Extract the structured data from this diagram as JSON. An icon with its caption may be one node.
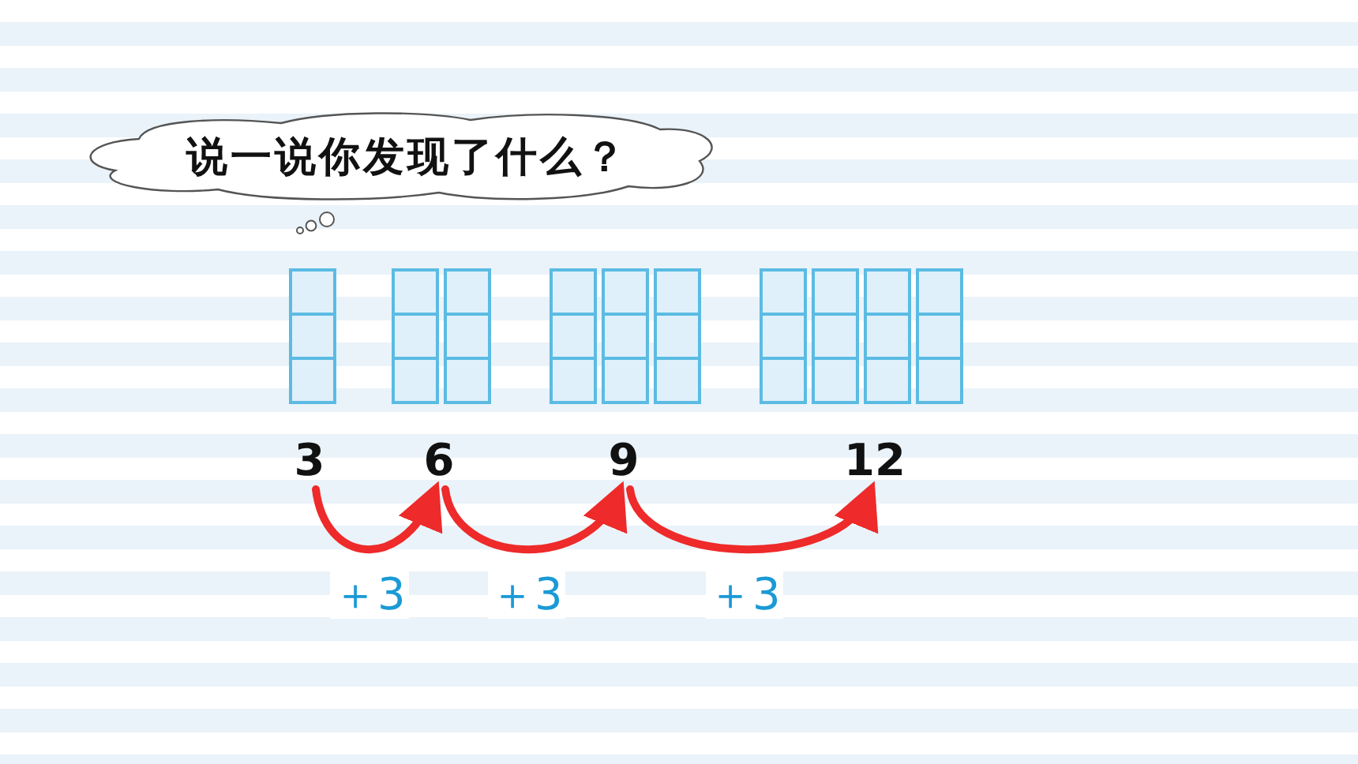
{
  "diagram": {
    "nodes": [
      {
        "text": [
          "说一说你发现了什么？"
        ]
      },
      {
        "text": [
          "3"
        ]
      },
      {
        "text": [
          "6"
        ]
      },
      {
        "text": [
          "9"
        ]
      },
      {
        "text": [
          "12"
        ]
      }
    ],
    "edges": [
      {
        "from": 1,
        "to": 2,
        "arrow": "to",
        "label": "＋3"
      },
      {
        "from": 2,
        "to": 3,
        "arrow": "to",
        "label": "＋3"
      },
      {
        "from": 3,
        "to": 4,
        "arrow": "to",
        "label": "＋3"
      }
    ]
  }
}
